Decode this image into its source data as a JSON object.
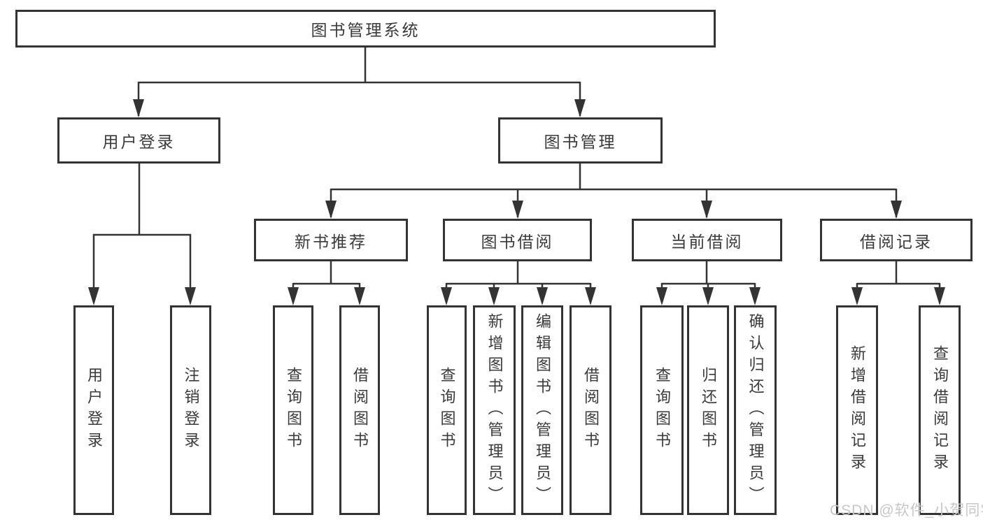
{
  "diagram": {
    "root": {
      "label": "图书管理系统"
    },
    "branches": [
      {
        "label": "用户登录",
        "children": [
          {
            "label": "用户登录"
          },
          {
            "label": "注销登录"
          }
        ]
      },
      {
        "label": "图书管理",
        "children": [
          {
            "label": "新书推荐",
            "children": [
              {
                "label": "查询图书"
              },
              {
                "label": "借阅图书"
              }
            ]
          },
          {
            "label": "图书借阅",
            "children": [
              {
                "label": "查询图书"
              },
              {
                "label": "新增图书（管理员）"
              },
              {
                "label": "编辑图书（管理员）"
              },
              {
                "label": "借阅图书"
              }
            ]
          },
          {
            "label": "当前借阅",
            "children": [
              {
                "label": "查询图书"
              },
              {
                "label": "归还图书"
              },
              {
                "label": "确认归还（管理员）"
              }
            ]
          },
          {
            "label": "借阅记录",
            "children": [
              {
                "label": "新增借阅记录"
              },
              {
                "label": "查询借阅记录"
              }
            ]
          }
        ]
      }
    ],
    "watermark": "CSDN @软件_小贺同学",
    "colors": {
      "line": "#333333",
      "text": "#3a3a3a",
      "background": "#ffffff",
      "watermark": "#c7c7c7"
    }
  }
}
